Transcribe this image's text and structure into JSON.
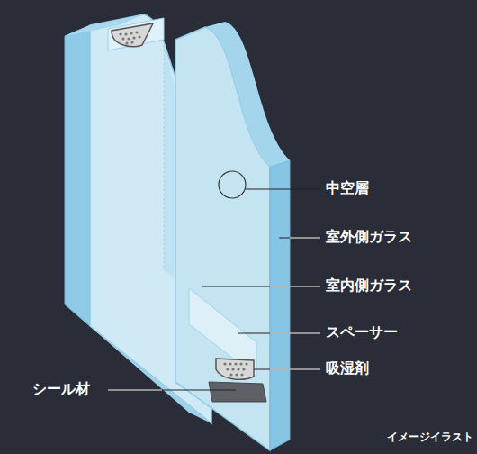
{
  "diagram": {
    "labels": [
      "中空層",
      "室外側ガラス",
      "室内側ガラス",
      "スペーサー",
      "吸湿剤",
      "シール材",
      "イメージイラスト"
    ]
  }
}
